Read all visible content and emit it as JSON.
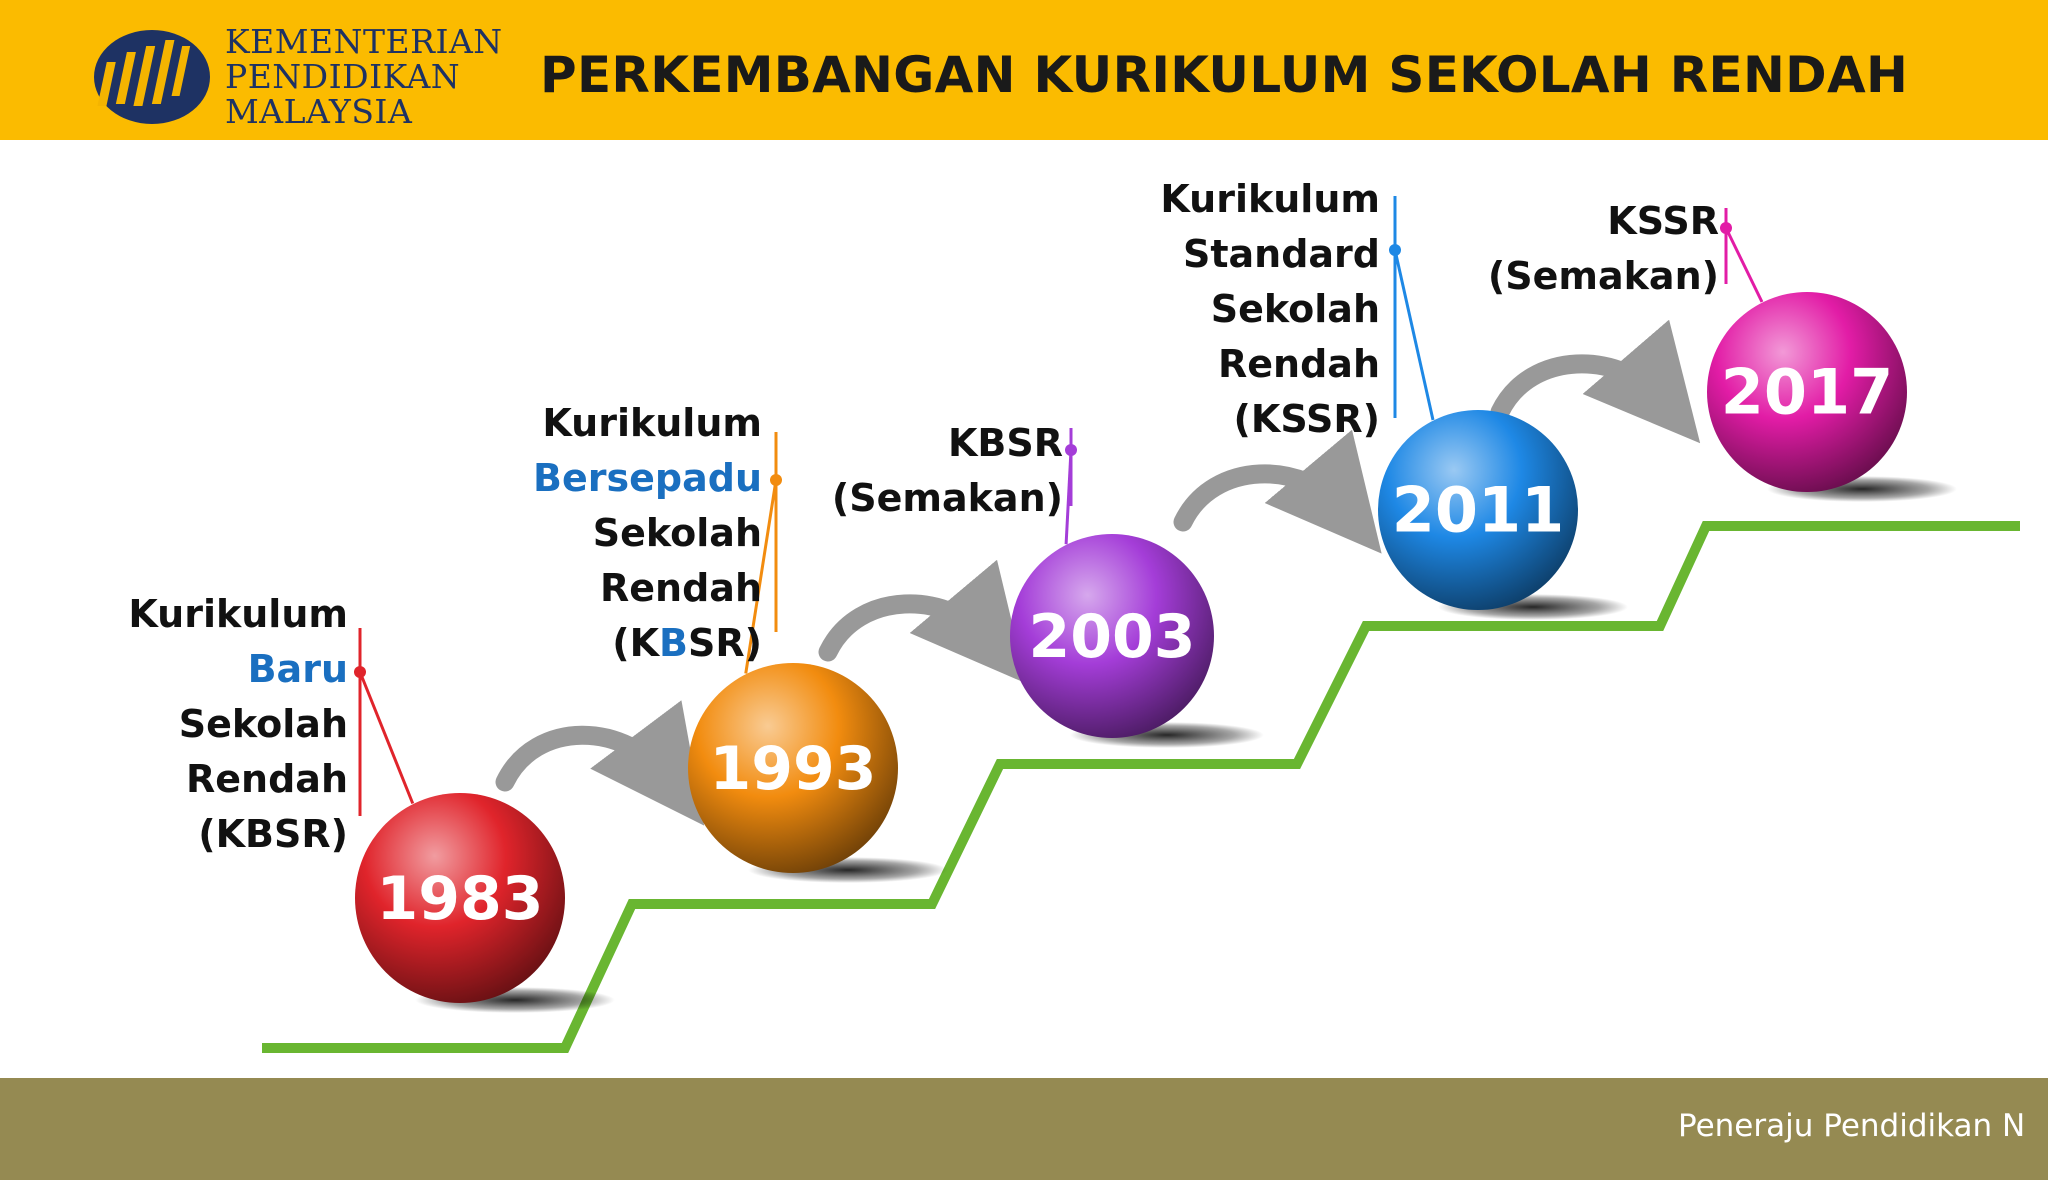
{
  "header": {
    "logo_lines": [
      "KEMENTERIAN",
      "PENDIDIKAN",
      "MALAYSIA"
    ],
    "title": "PERKEMBANGAN KURIKULUM SEKOLAH RENDAH",
    "background_color": "#fbbb00"
  },
  "milestones": [
    {
      "year": "1983",
      "color": "#e0242b",
      "label_lines": [
        "Kurikulum",
        "Baru",
        "Sekolah",
        "Rendah",
        "(KBSR)"
      ]
    },
    {
      "year": "1993",
      "color": "#f28c0f",
      "label_lines": [
        "Kurikulum",
        "Bersepadu",
        "Sekolah",
        "Rendah"
      ],
      "label_abbr": {
        "open": "(K",
        "highlight": "B",
        "close": "SR)"
      }
    },
    {
      "year": "2003",
      "color": "#a43dd8",
      "label_lines": [
        "KBSR",
        "(Semakan)"
      ]
    },
    {
      "year": "2011",
      "color": "#1e88e5",
      "label_lines": [
        "Kurikulum",
        "Standard",
        "Sekolah",
        "Rendah",
        "(KSSR)"
      ]
    },
    {
      "year": "2017",
      "color": "#e21ca6",
      "label_lines": [
        "KSSR",
        "(Semakan)"
      ]
    }
  ],
  "highlight_color": "#1a6fc0",
  "stairs_color": "#69b631",
  "arrow_color": "#999999",
  "footer": {
    "text": "Peneraju Pendidikan N",
    "background_color": "#958a52"
  }
}
